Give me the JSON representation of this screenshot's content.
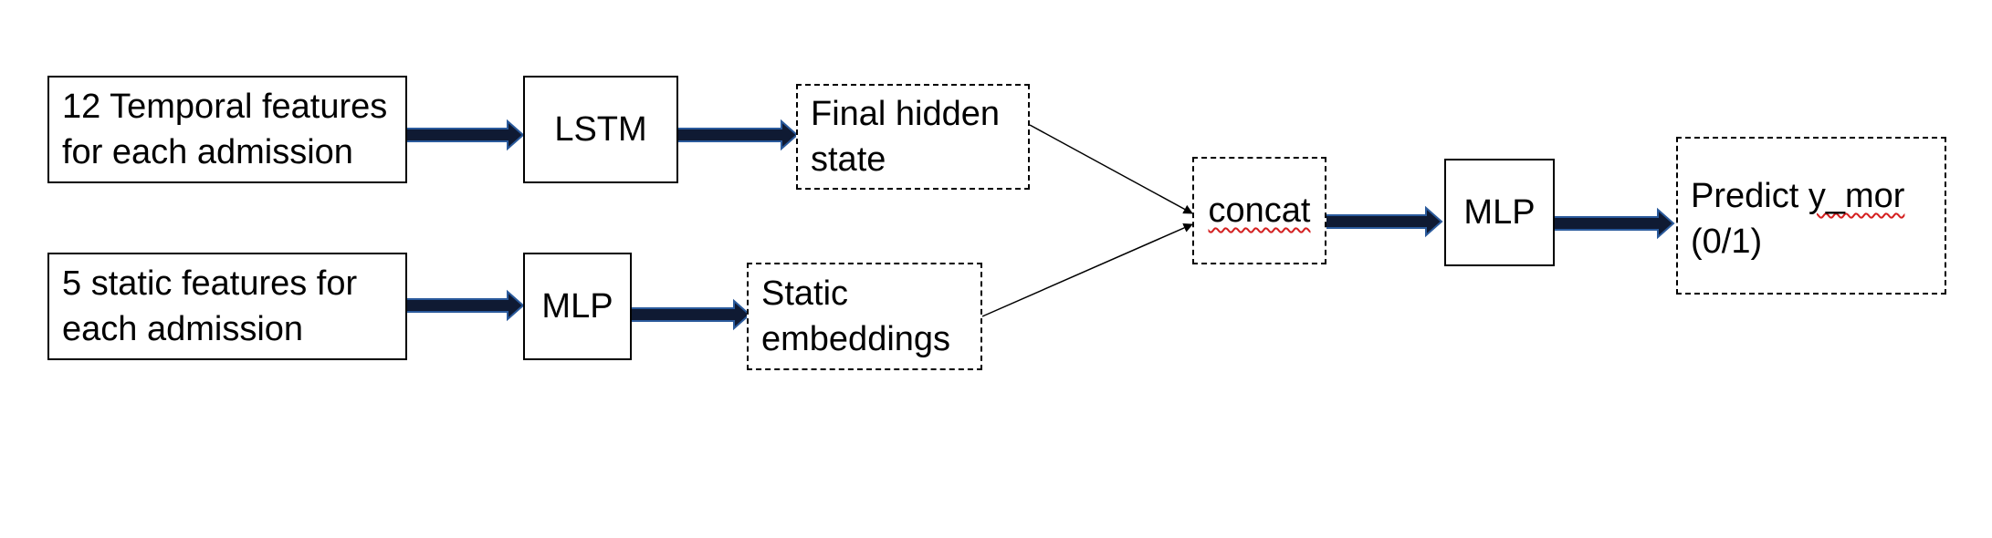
{
  "diagram": {
    "temporal_input": "12 Temporal features\nfor each admission",
    "static_input": "5 static features for\neach admission",
    "lstm": "LSTM",
    "mlp_static": "MLP",
    "final_hidden_state": "Final hidden\nstate",
    "static_embeddings": "Static\nembeddings",
    "concat": "concat",
    "mlp_head": "MLP",
    "output_prefix": "Predict ",
    "output_var": "y_mor",
    "output_suffix": "(0/1)"
  },
  "colors": {
    "arrow_fill": "#0f1a33",
    "arrow_edge": "#2a5a9c",
    "line": "#000000",
    "spellcheck": "#d42020"
  }
}
